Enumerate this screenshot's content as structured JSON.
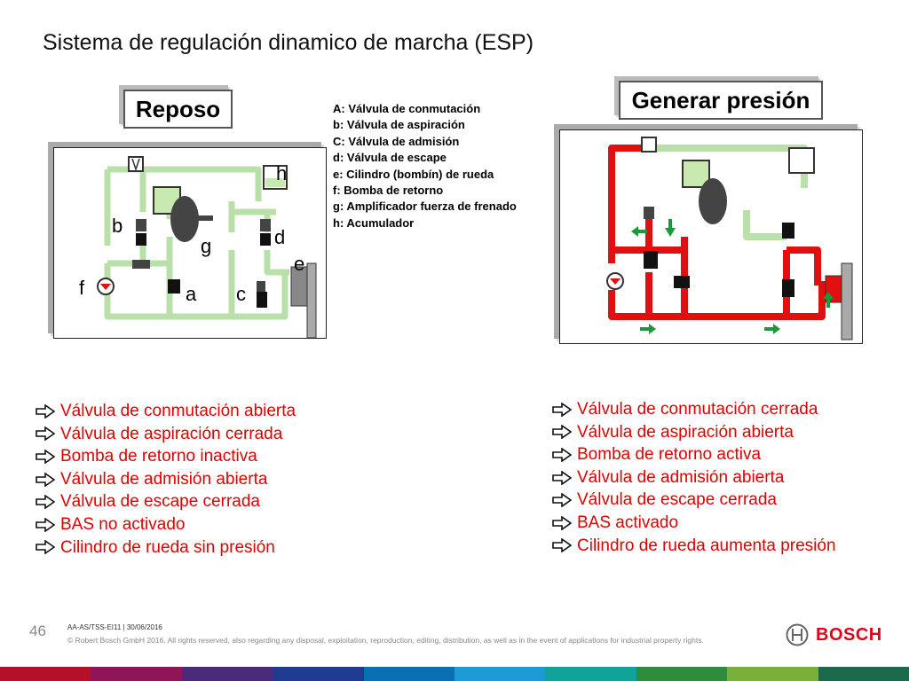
{
  "title": "Sistema de regulación dinamico de marcha (ESP)",
  "left_panel": {
    "label": "Reposo",
    "diagram_letters": {
      "e": "e",
      "h": "h",
      "b": "b",
      "g": "g",
      "d": "d",
      "f": "f",
      "a": "a",
      "c": "c"
    },
    "bullets": [
      "Válvula de conmutación abierta",
      "Válvula de aspiración cerrada",
      "Bomba de retorno inactiva",
      "Válvula de admisión abierta",
      "Válvula de escape cerrada",
      "BAS no activado",
      "Cilindro de rueda sin presión"
    ]
  },
  "right_panel": {
    "label": "Generar presión",
    "bullets": [
      "Válvula de conmutación cerrada",
      "Válvula de aspiración abierta",
      "Bomba de retorno activa",
      "Válvula de admisión abierta",
      "Válvula de escape cerrada",
      "BAS activado",
      "Cilindro de rueda aumenta presión"
    ]
  },
  "legend": [
    "A: Válvula de conmutación",
    "b: Válvula de aspiración",
    "C: Válvula de admisión",
    "d: Válvula de escape",
    "e: Cilindro (bombín) de rueda",
    "f: Bomba de retorno",
    "g: Amplificador fuerza de frenado",
    "h: Acumulador"
  ],
  "footer": {
    "page_number": "46",
    "doc_code": "AA-AS/TSS-EI11 | 30/06/2016",
    "copyright": "© Robert Bosch GmbH 2016. All rights reserved, also regarding any disposal, exploitation, reproduction, editing, distribution, as well as in the event of applications for industrial property rights.",
    "brand": "BOSCH"
  },
  "colors": {
    "bullet_text": "#e00000",
    "circuit_rest": "#b8e0a8",
    "circuit_pressure": "#e01010",
    "brand_red": "#e2001a",
    "arrow_green": "#1a9a3a"
  }
}
